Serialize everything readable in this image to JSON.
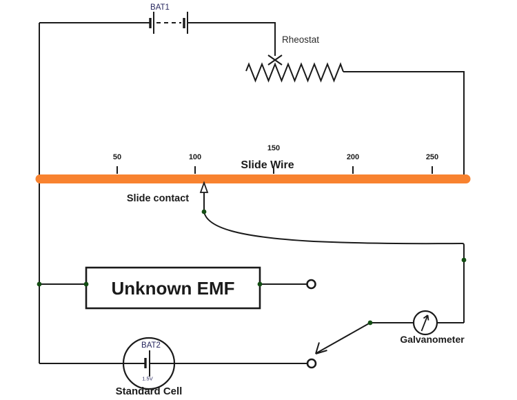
{
  "diagram": {
    "type": "circuit-schematic",
    "description": "Slide-wire potentiometer circuit"
  },
  "components": {
    "bat1": {
      "label": "BAT1"
    },
    "rheostat": {
      "label": "Rheostat"
    },
    "slide_wire": {
      "label": "Slide Wire",
      "ticks": [
        {
          "label": "50"
        },
        {
          "label": "100"
        },
        {
          "label": "150"
        },
        {
          "label": "200"
        },
        {
          "label": "250"
        }
      ]
    },
    "slide_contact": {
      "label": "Slide contact"
    },
    "unknown_emf": {
      "label": "Unknown EMF"
    },
    "galvanometer": {
      "label": "Galvanometer"
    },
    "bat2": {
      "label": "BAT2",
      "value": "1.5V",
      "caption": "Standard Cell"
    }
  },
  "colors": {
    "wire": "#1A1A1A",
    "slidewire": "#F8822F",
    "dot": "#134D13",
    "complabel": "#26265E",
    "text": "#1B1B1B",
    "rheo": "#2B2B2B"
  }
}
